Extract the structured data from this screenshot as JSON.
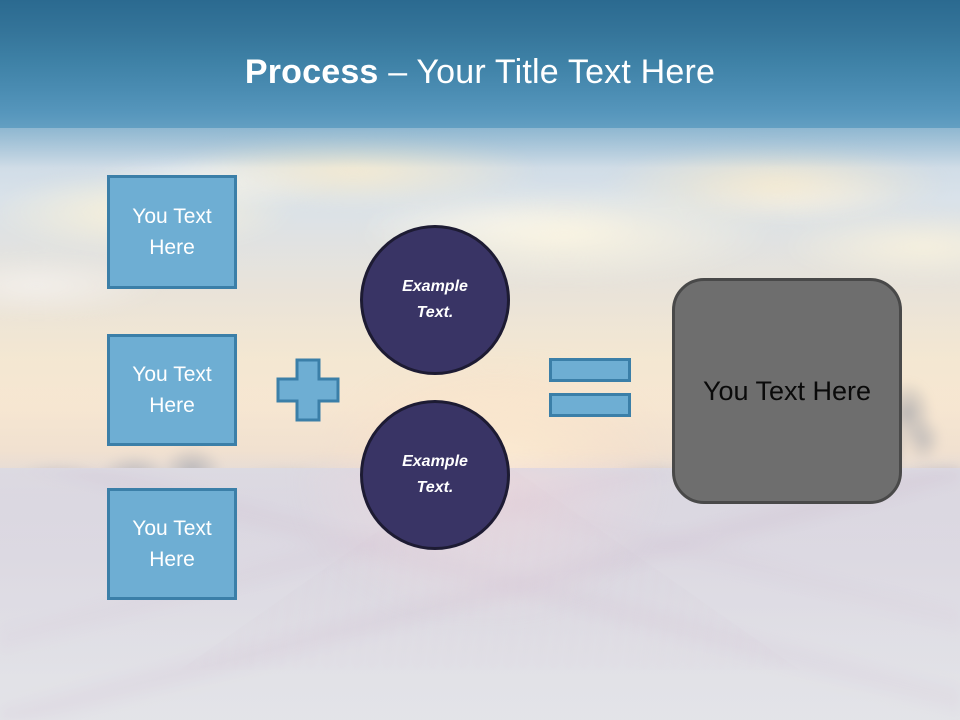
{
  "slide": {
    "title": {
      "strong": "Process",
      "dash": " – ",
      "rest": "Your Title Text Here"
    },
    "background": {
      "scene": "sunset-lavender-field-photo",
      "header_color_top": "#2b6a90",
      "header_color_bottom": "#639fc2"
    }
  },
  "inputs": [
    {
      "label": "You Text Here",
      "fill": "#6eaed3",
      "border": "#3b7fa8"
    },
    {
      "label": "You Text Here",
      "fill": "#6eaed3",
      "border": "#3b7fa8"
    },
    {
      "label": "You Text Here",
      "fill": "#6eaed3",
      "border": "#3b7fa8"
    }
  ],
  "operators": {
    "plus": {
      "symbol": "+",
      "fill": "#6eaed3",
      "border": "#3b7fa8"
    },
    "equals": {
      "symbol": "=",
      "fill": "#6eaed3",
      "border": "#3b7fa8"
    }
  },
  "circles": [
    {
      "line1": "Example",
      "line2": "Text.",
      "fill": "#393465",
      "border": "#1d1b33"
    },
    {
      "line1": "Example",
      "line2": "Text.",
      "fill": "#393465",
      "border": "#1d1b33"
    }
  ],
  "result": {
    "label": "You Text Here",
    "fill": "#6e6e6e",
    "border": "#494949",
    "text_color": "#0a0a0a"
  }
}
